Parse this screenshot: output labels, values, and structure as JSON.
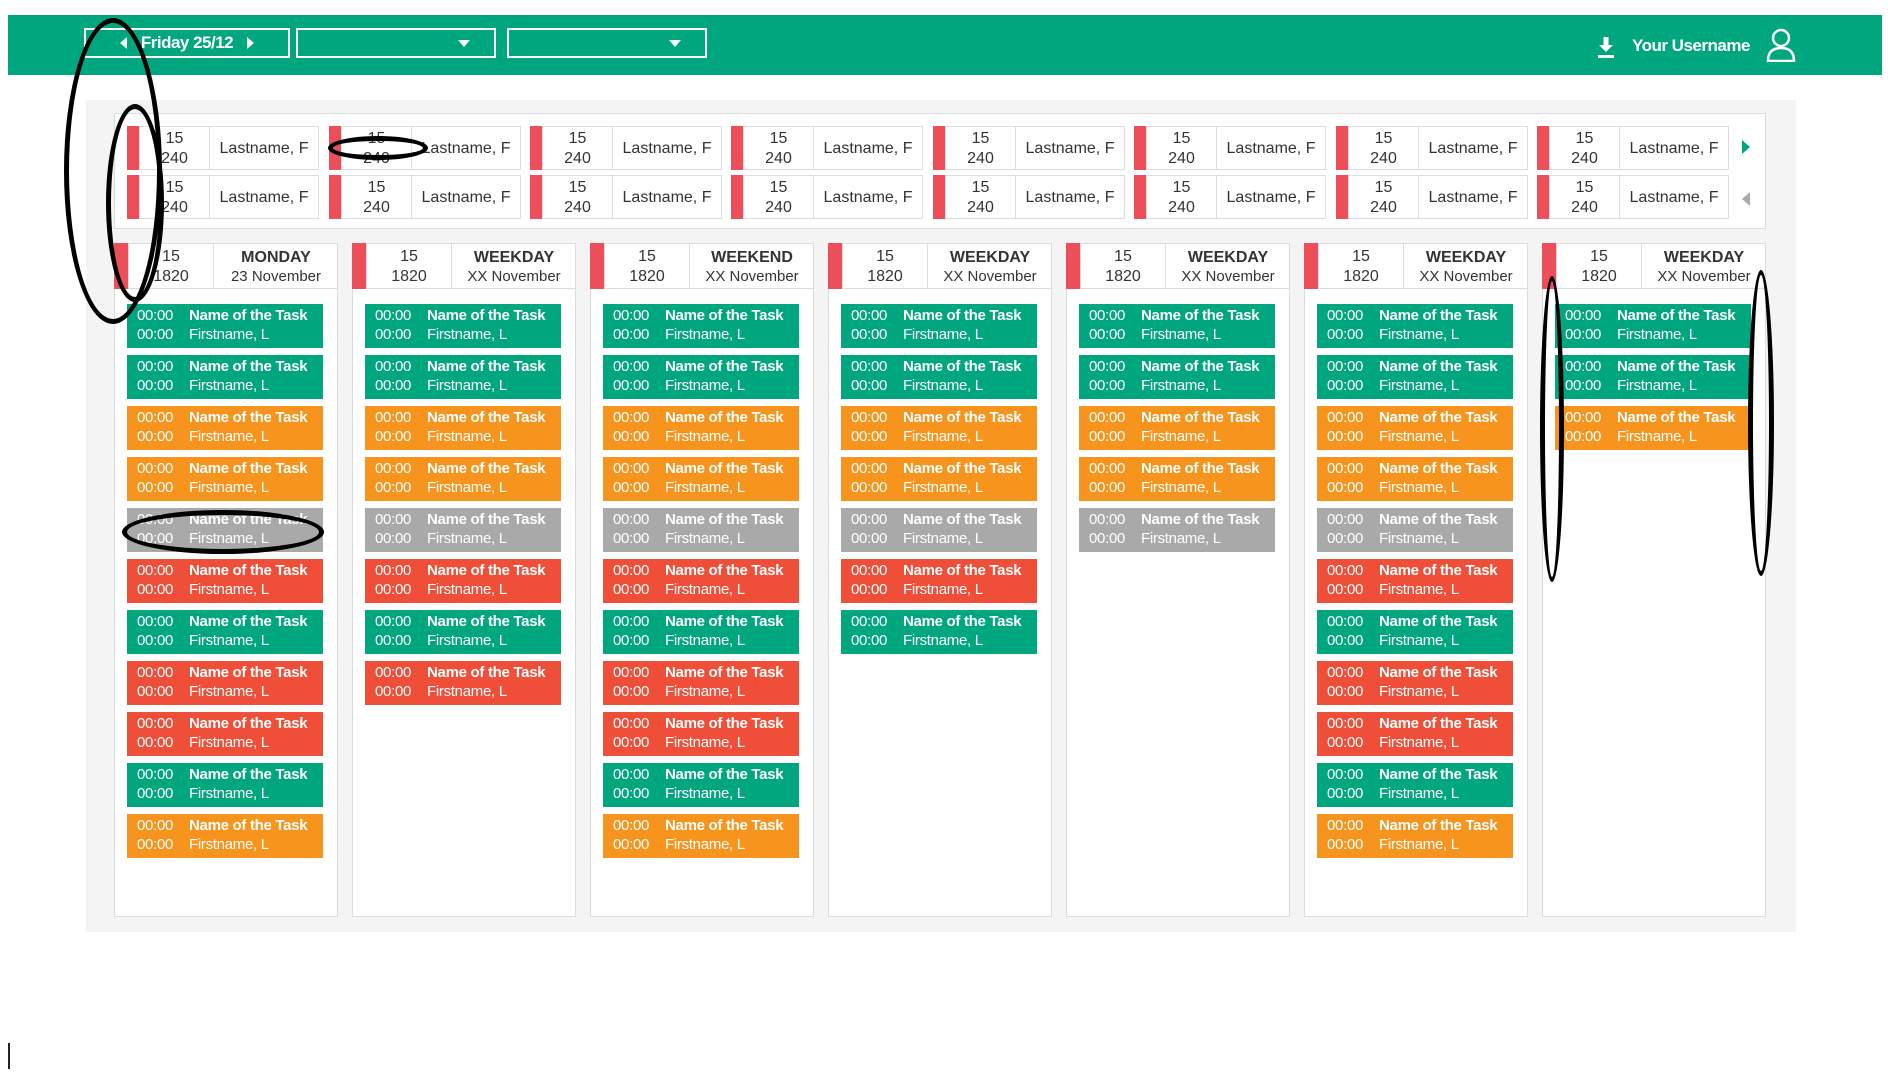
{
  "header": {
    "date_label": "Friday 25/12",
    "username": "Your Username"
  },
  "staff_rows": [
    [
      {
        "num1": "15",
        "num2": "240",
        "name": "Lastname, F"
      },
      {
        "num1": "15",
        "num2": "240",
        "name": "Lastname, F"
      },
      {
        "num1": "15",
        "num2": "240",
        "name": "Lastname, F"
      },
      {
        "num1": "15",
        "num2": "240",
        "name": "Lastname, F"
      },
      {
        "num1": "15",
        "num2": "240",
        "name": "Lastname, F"
      },
      {
        "num1": "15",
        "num2": "240",
        "name": "Lastname, F"
      },
      {
        "num1": "15",
        "num2": "240",
        "name": "Lastname, F"
      },
      {
        "num1": "15",
        "num2": "240",
        "name": "Lastname, F"
      }
    ],
    [
      {
        "num1": "15",
        "num2": "240",
        "name": "Lastname, F"
      },
      {
        "num1": "15",
        "num2": "240",
        "name": "Lastname, F"
      },
      {
        "num1": "15",
        "num2": "240",
        "name": "Lastname, F"
      },
      {
        "num1": "15",
        "num2": "240",
        "name": "Lastname, F"
      },
      {
        "num1": "15",
        "num2": "240",
        "name": "Lastname, F"
      },
      {
        "num1": "15",
        "num2": "240",
        "name": "Lastname, F"
      },
      {
        "num1": "15",
        "num2": "240",
        "name": "Lastname, F"
      },
      {
        "num1": "15",
        "num2": "240",
        "name": "Lastname, F"
      }
    ]
  ],
  "task_defaults": {
    "time": "00:00",
    "name": "Name of the Task",
    "person": "Firstname, L"
  },
  "colors": {
    "green": "#00a67e",
    "orange": "#f7941d",
    "gray": "#a9a9a9",
    "red": "#ef4f38",
    "marker": "#ec4e5a"
  },
  "days": [
    {
      "num1": "15",
      "num2": "1820",
      "day": "MONDAY",
      "date": "23 November",
      "tasks": [
        "green",
        "green",
        "orange",
        "orange",
        "gray",
        "red",
        "green",
        "red",
        "red",
        "green",
        "orange"
      ]
    },
    {
      "num1": "15",
      "num2": "1820",
      "day": "WEEKDAY",
      "date": "XX November",
      "tasks": [
        "green",
        "green",
        "orange",
        "orange",
        "gray",
        "red",
        "green",
        "red"
      ]
    },
    {
      "num1": "15",
      "num2": "1820",
      "day": "WEEKEND",
      "date": "XX November",
      "tasks": [
        "green",
        "green",
        "orange",
        "orange",
        "gray",
        "red",
        "green",
        "red",
        "red",
        "green",
        "orange"
      ]
    },
    {
      "num1": "15",
      "num2": "1820",
      "day": "WEEKDAY",
      "date": "XX November",
      "tasks": [
        "green",
        "green",
        "orange",
        "orange",
        "gray",
        "red",
        "green"
      ]
    },
    {
      "num1": "15",
      "num2": "1820",
      "day": "WEEKDAY",
      "date": "XX November",
      "tasks": [
        "green",
        "green",
        "orange",
        "orange",
        "gray"
      ]
    },
    {
      "num1": "15",
      "num2": "1820",
      "day": "WEEKDAY",
      "date": "XX November",
      "tasks": [
        "green",
        "green",
        "orange",
        "orange",
        "gray",
        "red",
        "green",
        "red",
        "red",
        "green",
        "orange"
      ]
    },
    {
      "num1": "15",
      "num2": "1820",
      "day": "WEEKDAY",
      "date": "XX November",
      "tasks": [
        "green",
        "green",
        "orange"
      ]
    }
  ]
}
